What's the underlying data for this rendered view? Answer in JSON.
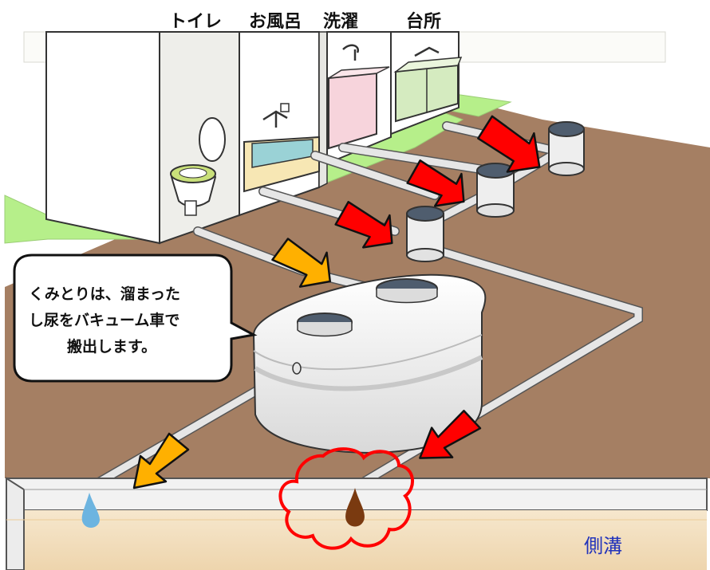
{
  "header": {
    "toilet": "トイレ",
    "bath": "お風呂",
    "laundry": "洗濯",
    "kitchen": "台所"
  },
  "callout": {
    "lines": [
      "くみとりは、溜まった",
      "し尿をバキューム車で",
      "搬出します。"
    ]
  },
  "ditch_label": "側溝",
  "colors": {
    "ground": "#a57f63",
    "lawn": "#b6ef8a",
    "wall": "#f6f6f3",
    "pipe": "#e6e6e6",
    "arrow_gray_water": "#ff0000",
    "arrow_treated": "#ffb000",
    "clean_drop": "#6cb4e0",
    "dirty_drop": "#7a3a10",
    "contamination_outline": "#ff0000",
    "ditch_water": "#f1dcb8",
    "label_text": "#2233bb"
  },
  "icons": {
    "arrow_to_tank": "arrow-icon",
    "arrow_gray_water": "arrow-icon",
    "clean_discharge": "water-drop-icon",
    "dirty_discharge": "dirty-drop-icon",
    "pollution_cloud": "cloud-outline-icon"
  }
}
